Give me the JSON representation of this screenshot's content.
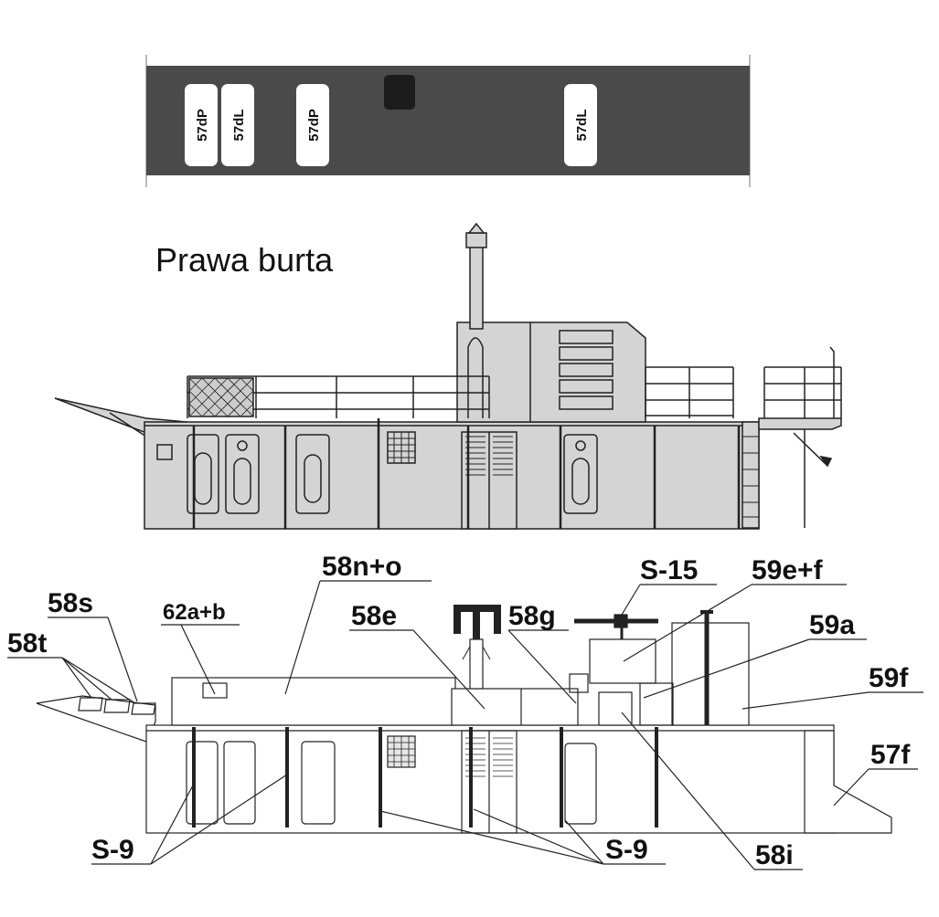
{
  "deck_strip": {
    "tags": [
      "57dP",
      "57dL",
      "57dP",
      "57dL"
    ]
  },
  "side_view": {
    "title": "Prawa burta"
  },
  "parts": {
    "p58s": "58s",
    "p58t": "58t",
    "p62ab": "62a+b",
    "p58no": "58n+o",
    "p58e": "58e",
    "p58g": "58g",
    "pS15": "S-15",
    "p59ef": "59e+f",
    "p59a": "59a",
    "p59f": "59f",
    "p57f": "57f",
    "pS9_left": "S-9",
    "pS9_right": "S-9",
    "p58i": "58i"
  },
  "colors": {
    "strip": "#4a4a4a",
    "hull": "#d4d4d4",
    "line": "#222222"
  }
}
